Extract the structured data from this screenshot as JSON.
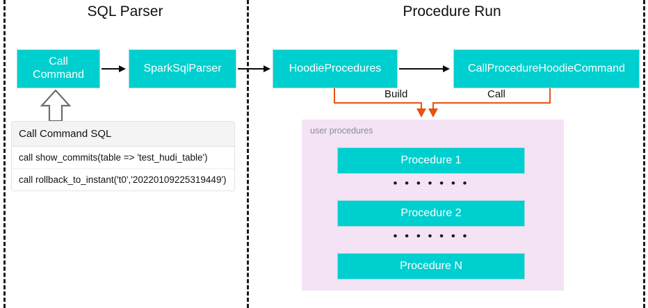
{
  "diagram": {
    "sections": [
      {
        "id": "sql-parser",
        "title": "SQL Parser"
      },
      {
        "id": "procedure-run",
        "title": "Procedure Run"
      }
    ],
    "nodes": {
      "call_command": "Call\nCommand",
      "call_command_line1": "Call",
      "call_command_line2": "Command",
      "spark_sql_parser": "SparkSqlParser",
      "hoodie_procedures": "HoodieProcedures",
      "call_procedure_hoodie_command": "CallProcedureHoodieCommand"
    },
    "connectors": {
      "build_label": "Build",
      "call_label": "Call"
    },
    "sql_table": {
      "header": "Call Command SQL",
      "rows": [
        "call show_commits(table => 'test_hudi_table')",
        "call rollback_to_instant('t0','20220109225319449')"
      ]
    },
    "user_procedures": {
      "label": "user procedures",
      "items": [
        {
          "name": "Procedure 1"
        },
        {
          "name": "Procedure 2"
        },
        {
          "name": "Procedure N"
        }
      ],
      "ellipsis": "• • • • • • •"
    },
    "colors": {
      "node_fill": "#00CFCF",
      "node_text": "#FFFFFF",
      "panel_fill": "#F3E3F5",
      "connector_orange": "#E8520E",
      "connector_black": "#0B0B0B",
      "divider": "#1A1A1A",
      "table_header_fill": "#F4F4F4"
    }
  }
}
